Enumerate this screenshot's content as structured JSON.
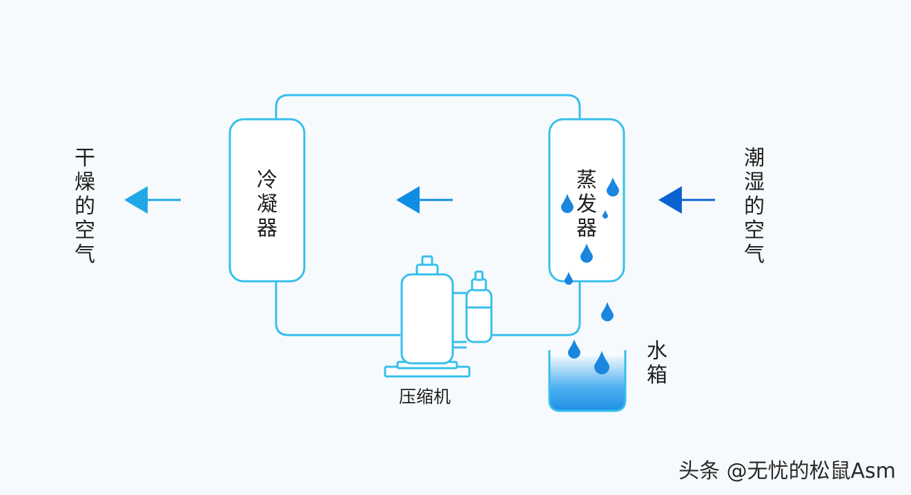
{
  "labels": {
    "dry_air": "干燥的空气",
    "condenser": "冷凝器",
    "evaporator": "蒸发器",
    "humid_air": "潮湿的空气",
    "compressor": "压缩机",
    "water_tank": "水箱"
  },
  "watermark": "头条 @无忧的松鼠Asm",
  "colors": {
    "pipe": "#36bfeb",
    "arrow_light": "#1fa8e8",
    "arrow_mid": "#0f8de3",
    "arrow_dark": "#0b63d1",
    "drop": "#1a86df",
    "water": "#2a9bea",
    "text": "#1f1f1f"
  }
}
